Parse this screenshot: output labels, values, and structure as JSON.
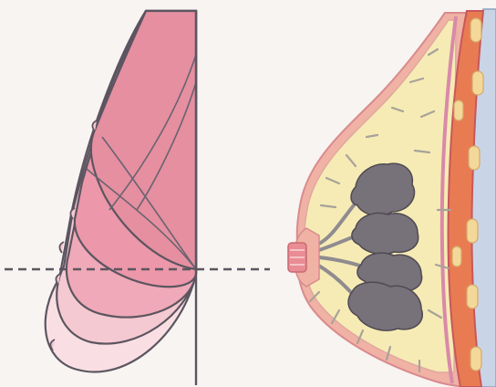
{
  "colors": {
    "background": "#f7f4f1",
    "outline": "#5c5560",
    "profile_fill_1": "#f9dfe3",
    "profile_fill_2": "#f5c9d1",
    "profile_fill_3": "#f0a9b8",
    "profile_fill_4": "#ec97aa",
    "profile_inner": "#e58fa0",
    "skin": "#f0b2a4",
    "skin_edge": "#d98a8e",
    "fat": "#f6ebb4",
    "fat_lines": "#a7a29a",
    "lobules": "#77727a",
    "lobule_dark": "#4f4a52",
    "ducts": "#8f8b90",
    "pectoral_muscle": "#e97b52",
    "muscle_edge": "#c7575b",
    "rib_fascia": "#c9d5e6",
    "rib_fat": "#f3d89a",
    "nipple": "#e98c94"
  },
  "left_figure": {
    "name": "ptosis-profile-stages",
    "profile_count": 5,
    "reference_line_style": "dashed"
  },
  "right_figure": {
    "name": "breast-sagittal-section",
    "lobule_count": 4
  }
}
